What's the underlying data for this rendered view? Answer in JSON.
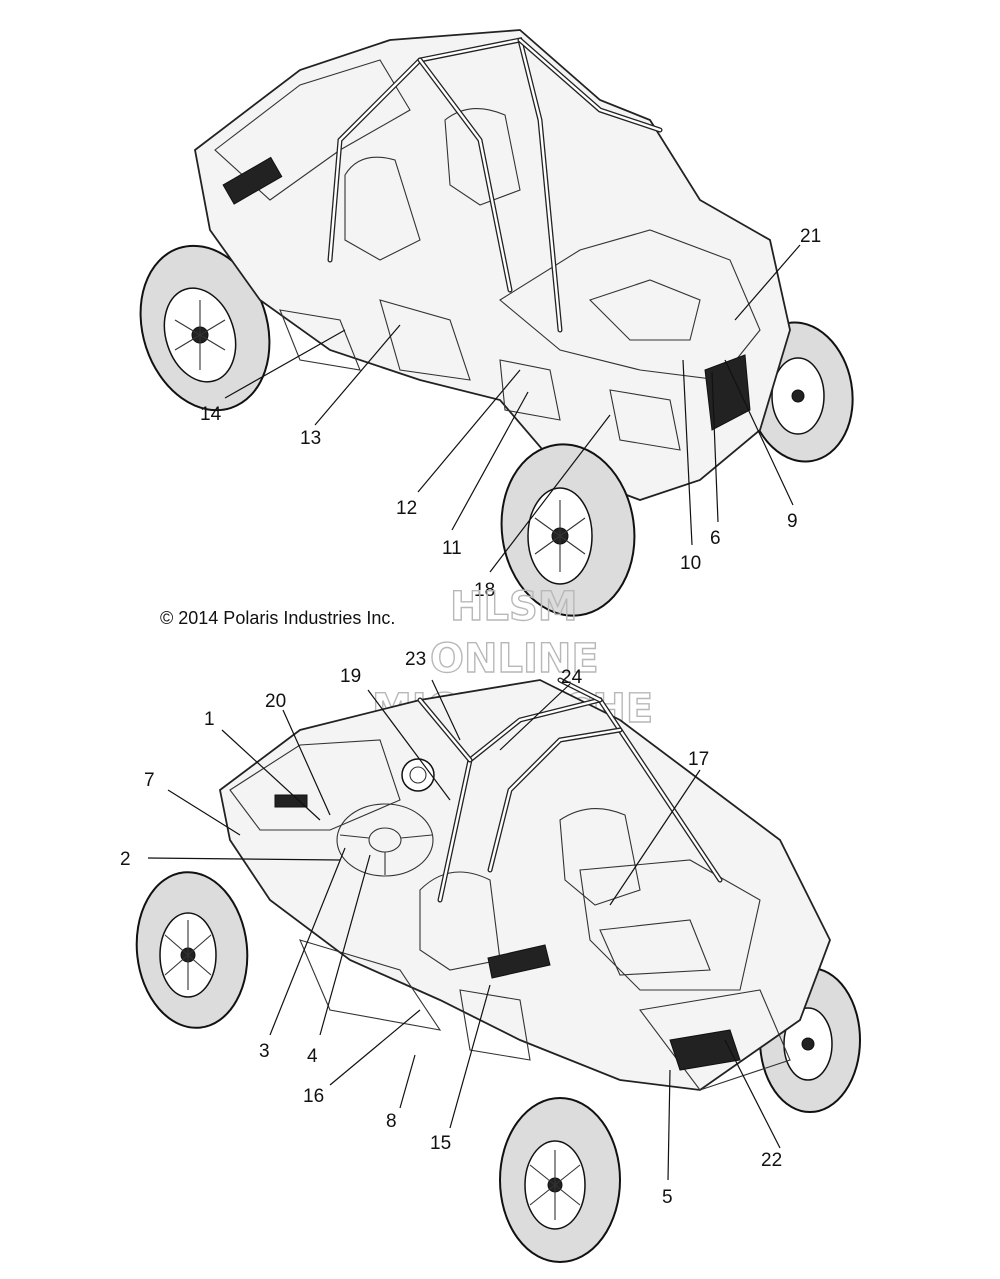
{
  "copyright": "© 2014 Polaris Industries Inc.",
  "watermark": [
    "HLSM",
    "ONLINE",
    "MICROFICHE"
  ],
  "callouts_top": [
    "21",
    "14",
    "13",
    "12",
    "11",
    "18",
    "10",
    "6",
    "9"
  ],
  "callouts_bottom": [
    "23",
    "24",
    "19",
    "20",
    "1",
    "7",
    "17",
    "2",
    "3",
    "4",
    "16",
    "8",
    "15",
    "5",
    "22"
  ]
}
